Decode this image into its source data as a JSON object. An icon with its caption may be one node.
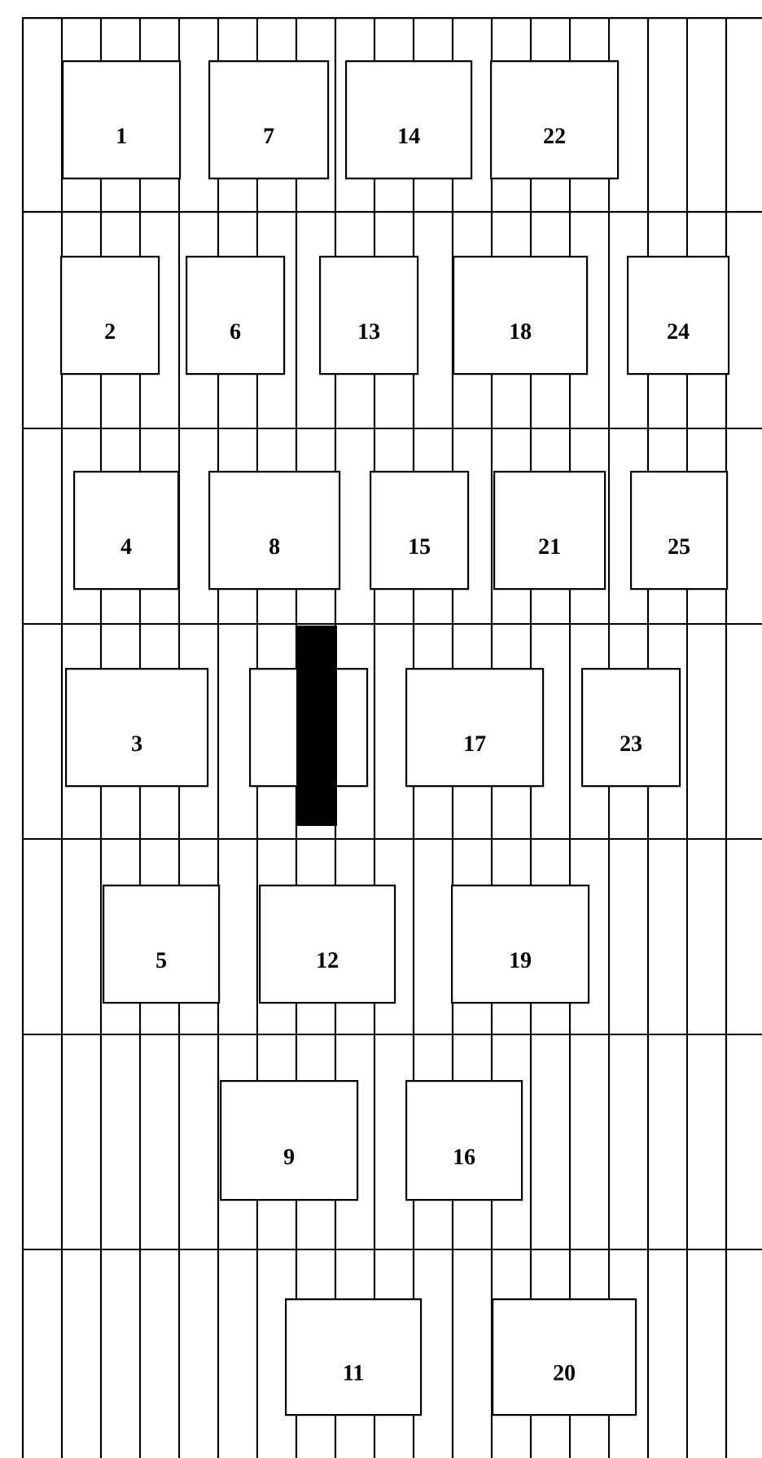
{
  "diagram": {
    "nodes": [
      {
        "text": [
          "1"
        ]
      },
      {
        "text": [
          "7"
        ]
      },
      {
        "text": [
          "14"
        ]
      },
      {
        "text": [
          "22"
        ]
      },
      {
        "text": [
          "2"
        ]
      },
      {
        "text": [
          "6"
        ]
      },
      {
        "text": [
          "13"
        ]
      },
      {
        "text": [
          "18"
        ]
      },
      {
        "text": [
          "24"
        ]
      },
      {
        "text": [
          "4"
        ]
      },
      {
        "text": [
          "8"
        ]
      },
      {
        "text": [
          "15"
        ]
      },
      {
        "text": [
          "21"
        ]
      },
      {
        "text": [
          "25"
        ]
      },
      {
        "text": [
          "3"
        ]
      },
      {
        "text": [],
        "shape": "box"
      },
      {
        "text": [
          "17"
        ]
      },
      {
        "text": [
          "23"
        ]
      },
      {
        "text": [
          "5"
        ]
      },
      {
        "text": [
          "12"
        ]
      },
      {
        "text": [
          "19"
        ]
      },
      {
        "text": [
          "9"
        ]
      },
      {
        "text": [
          "16"
        ]
      },
      {
        "text": [
          "11"
        ]
      },
      {
        "text": [
          "20"
        ]
      }
    ]
  }
}
